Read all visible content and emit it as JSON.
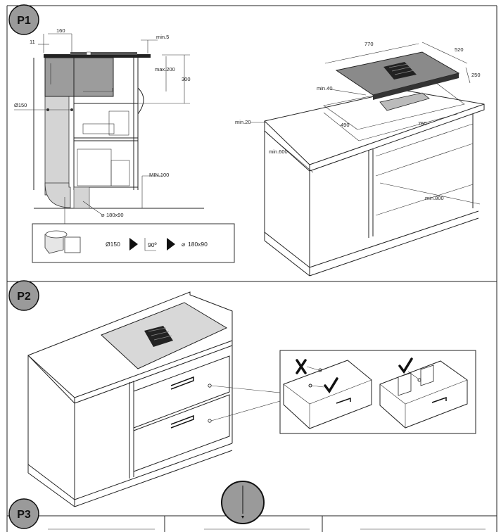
{
  "sections": {
    "p1": "P1",
    "p2": "P2",
    "p3": "P3"
  },
  "p1_section": {
    "dims": {
      "d11": "11",
      "d160": "160",
      "min5": "min.5",
      "max200": "max.200",
      "d300": "300",
      "dia150": "Ø150",
      "min100": "MIN.100",
      "duct_180x90": "180x90",
      "d770": "770",
      "d520": "520",
      "d250": "250",
      "min40": "min.40",
      "min20": "min.20",
      "d490": "490",
      "d750": "750",
      "min600": "min.600",
      "min800": "min.800"
    },
    "legend": {
      "round_duct": "Ø150",
      "bend": "90º",
      "flat_duct": "180x90"
    }
  },
  "colors": {
    "line": "#222222",
    "badge_fill": "#9a9a9a",
    "duct_fill": "#d4d4d4",
    "cooktop_fill": "#8a8a8a",
    "check_fill": "#333333"
  }
}
